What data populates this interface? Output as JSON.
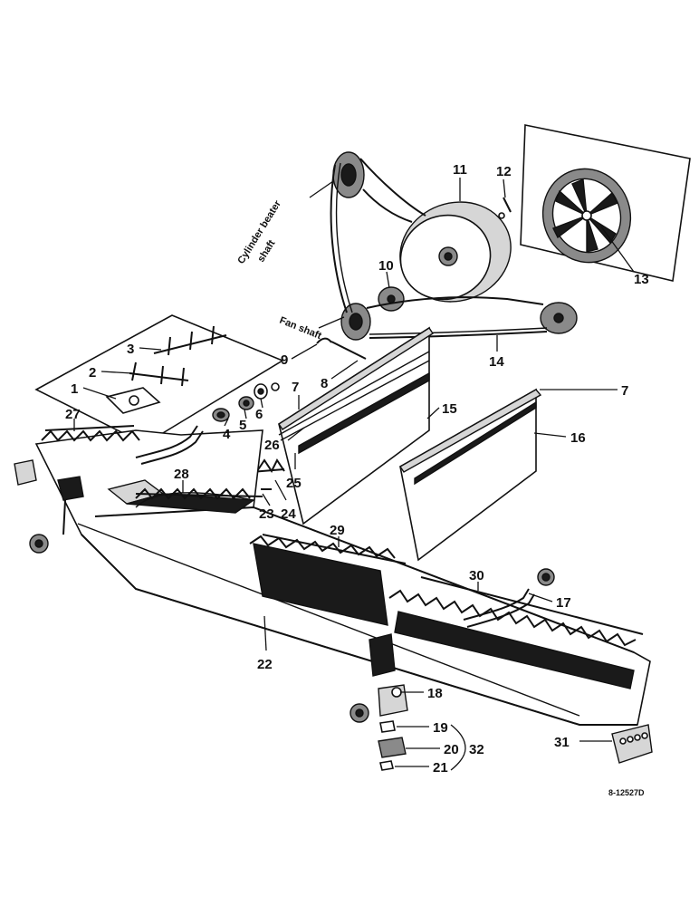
{
  "callouts": {
    "c1": "1",
    "c2": "2",
    "c3": "3",
    "c4": "4",
    "c5": "5",
    "c6": "6",
    "c7a": "7",
    "c7b": "7",
    "c8": "8",
    "c9": "9",
    "c10": "10",
    "c11": "11",
    "c12": "12",
    "c13": "13",
    "c14": "14",
    "c15": "15",
    "c16": "16",
    "c17": "17",
    "c18": "18",
    "c19": "19",
    "c20": "20",
    "c21": "21",
    "c22": "22",
    "c23": "23",
    "c24": "24",
    "c25": "25",
    "c26": "26",
    "c27": "27",
    "c28": "28",
    "c29": "29",
    "c30": "30",
    "c31": "31",
    "c32": "32"
  },
  "labels": {
    "cylinder_beater_shaft_line1": "Cylinder beater",
    "cylinder_beater_shaft_line2": "shaft",
    "fan_shaft": "Fan shaft"
  },
  "drawing_code": "8-12527D"
}
